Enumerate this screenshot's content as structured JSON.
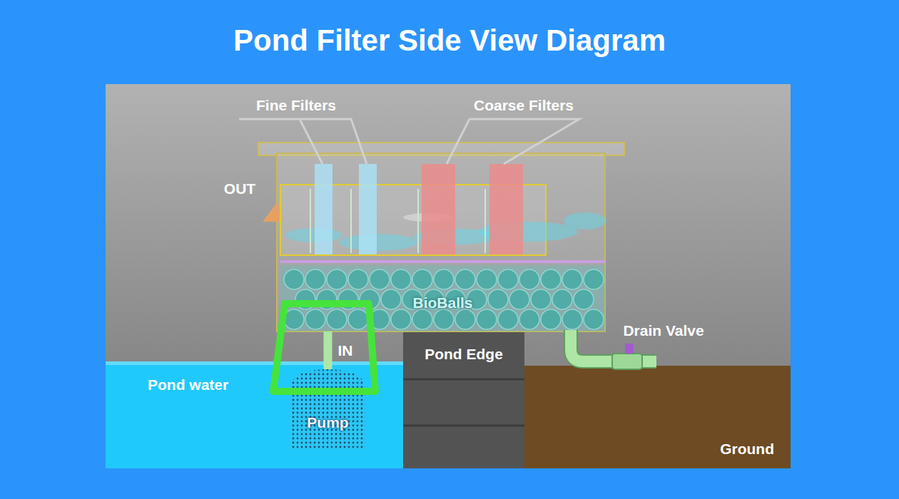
{
  "diagram": {
    "title": "Pond Filter Side View Diagram",
    "nodes": [
      {
        "text": [
          "BioBalls"
        ]
      },
      {
        "text": [
          "Pond water"
        ]
      },
      {
        "text": [
          "Pump"
        ],
        "in": 1
      },
      {
        "text": [
          "Pond Edge"
        ]
      },
      {
        "text": [
          "Ground"
        ]
      }
    ],
    "edges": [
      {
        "from": 2,
        "to": 0,
        "label": "IN",
        "arrow": "none"
      }
    ],
    "labels": [
      "Fine Filters",
      "Coarse Filters",
      "OUT",
      "Drain Valve"
    ]
  }
}
